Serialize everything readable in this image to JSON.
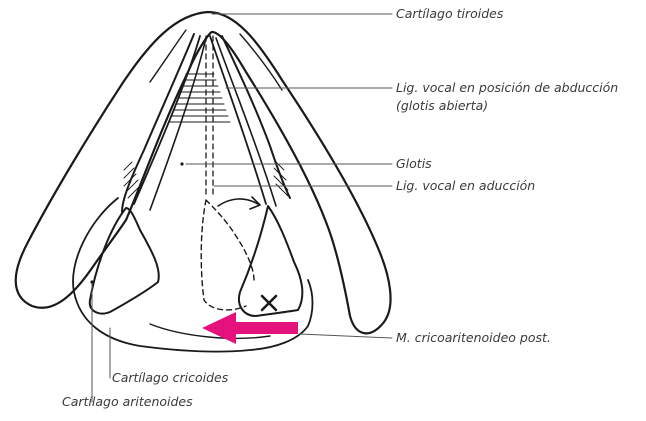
{
  "labels": {
    "tiroides": "Cartílago tiroides",
    "abduccion_line1": "Lig. vocal en posición de abducción",
    "abduccion_line2": "(glotis abierta)",
    "glotis": "Glotis",
    "aduccion": "Lig. vocal en aducción",
    "cricoaritenoideo": "M. cricoaritenoideo post.",
    "cricoides": "Cartílago cricoides",
    "aritenoides": "Cartílago aritenoides"
  },
  "colors": {
    "ink": "#1a1a1a",
    "label_text": "#3a3a3a",
    "leader": "#555555",
    "arrow": "#e5127d"
  }
}
